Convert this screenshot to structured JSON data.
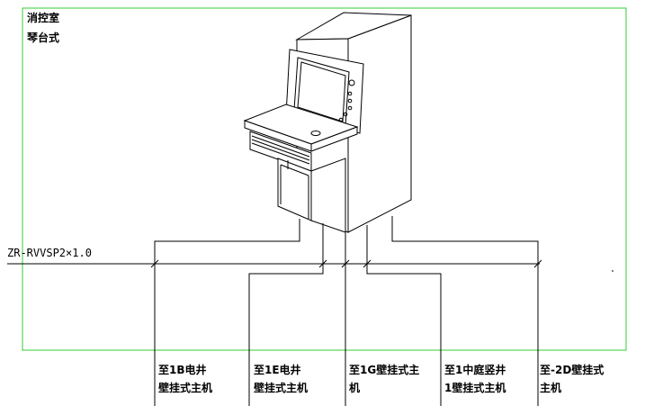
{
  "room": {
    "line1": "消控室",
    "line2": "琴台式"
  },
  "cable_spec": "ZR-RVVSP2×1.0",
  "destinations": [
    {
      "line1": "至1B电井",
      "line2": "壁挂式主机"
    },
    {
      "line1": "至1E电井",
      "line2": "壁挂式主机"
    },
    {
      "line1": "至1G壁挂式主",
      "line2": "机"
    },
    {
      "line1": "至1中庭竖井",
      "line2": "1壁挂式主机"
    },
    {
      "line1": "至-2D壁挂式",
      "line2": "主机"
    }
  ],
  "colors": {
    "boundary": "#33cc33",
    "line": "#000000"
  }
}
